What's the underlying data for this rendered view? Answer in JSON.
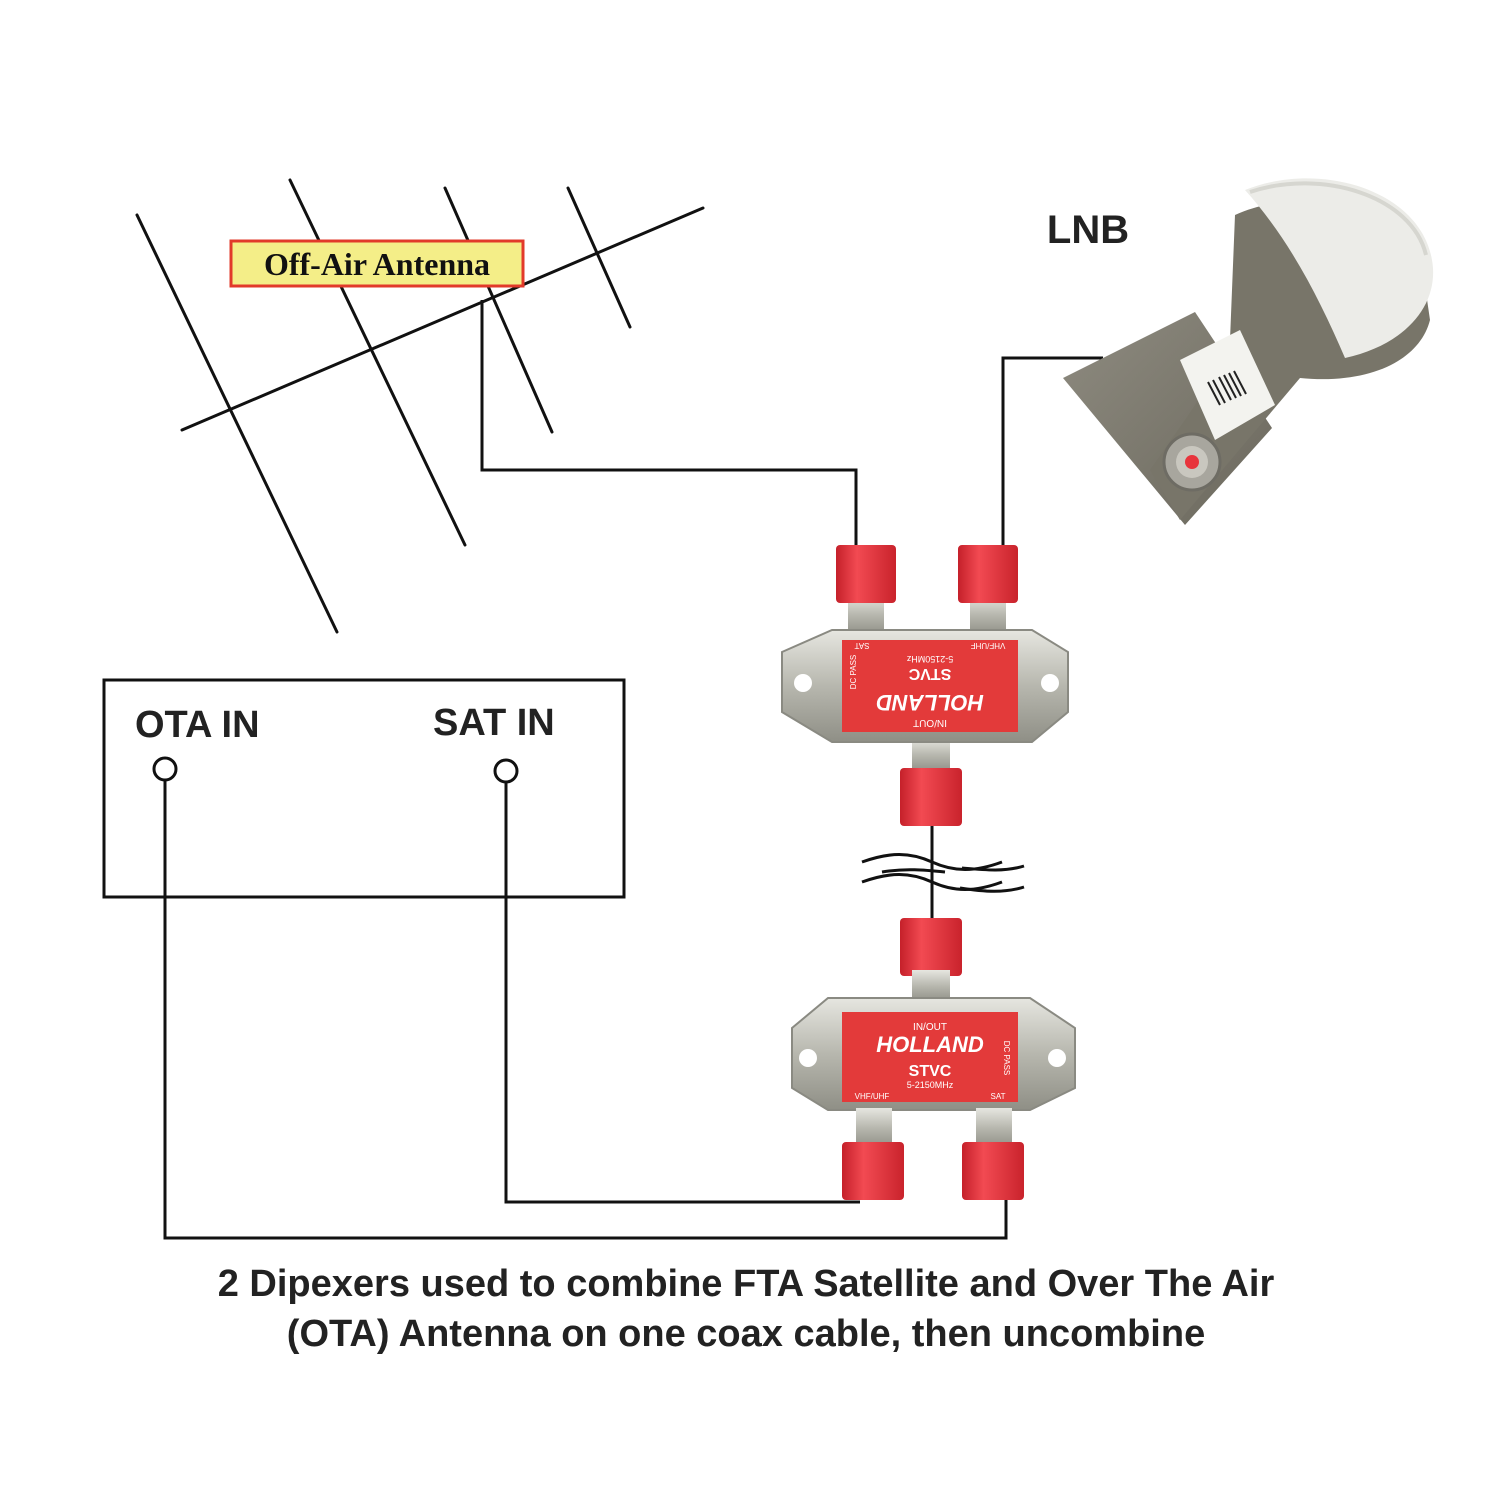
{
  "labels": {
    "antenna": "Off-Air Antenna",
    "lnb": "LNB",
    "ota_in": "OTA IN",
    "sat_in": "SAT IN"
  },
  "diplexer_top": {
    "in_out": "IN/OUT",
    "brand": "HOLLAND",
    "model": "STVC",
    "freq": "5-2150MHz",
    "dc_pass": "DC PASS",
    "vhf_uhf": "VHF/UHF",
    "sat": "SAT"
  },
  "diplexer_bottom": {
    "in_out": "IN/OUT",
    "brand": "HOLLAND",
    "model": "STVC",
    "freq": "5-2150MHz",
    "dc_pass": "DC PASS",
    "vhf_uhf": "VHF/UHF",
    "sat": "SAT"
  },
  "caption": {
    "line1": "2 Dipexers used to combine FTA Satellite and Over The Air",
    "line2": "(OTA) Antenna on one coax cable, then uncombine"
  },
  "colors": {
    "wire": "#111111",
    "connector_red": "#e8343c",
    "diplexer_body": "#bcbcb4",
    "diplexer_label": "#e33a3a",
    "lnb_body": "#7d7a6e",
    "lnb_cap": "#ebebe6",
    "antenna_label_fill": "#f4ee88",
    "antenna_label_border": "#e23a2a"
  }
}
